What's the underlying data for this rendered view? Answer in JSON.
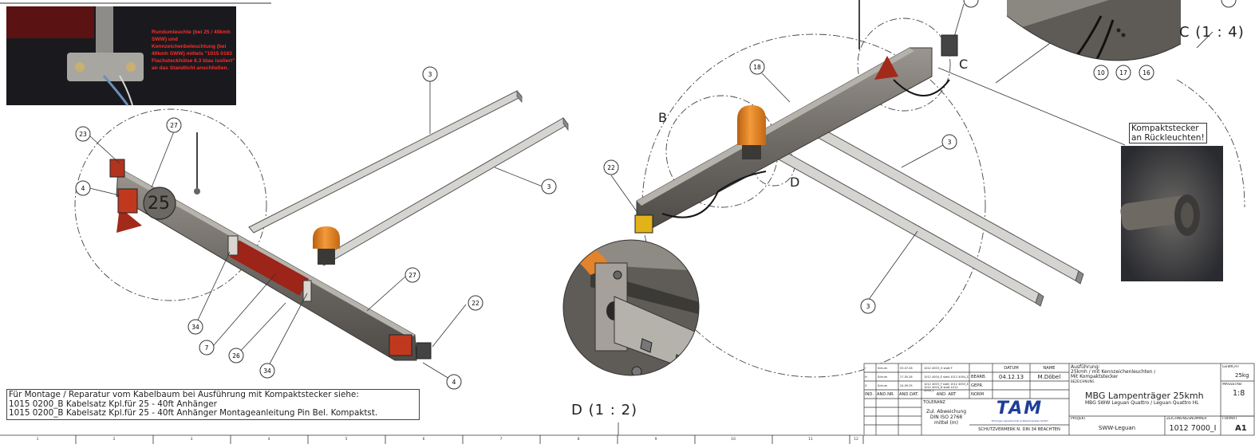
{
  "photo_note": "Rundumleuchte (bei 25 / 40kmh SWW) und Kennzeichenbeleuchtung (bei 40kmh SWW) mittels \"1015 0163 Flachsteckhülse 6.3 blau isoliert\" an das Standlicht anschließen.",
  "balloons": {
    "b23": "23",
    "b27a": "27",
    "b4a": "4",
    "b3a": "3",
    "b3b": "3",
    "b27b": "27",
    "b22a": "22",
    "b4b": "4",
    "b34a": "34",
    "b7": "7",
    "b26": "26",
    "b34b": "34",
    "b18": "18",
    "b22b": "22",
    "b3c": "3",
    "b3d": "3",
    "b10": "10",
    "b17": "17",
    "b16": "16"
  },
  "part_number_25": "25",
  "view_labels": {
    "b": "B",
    "c": "C",
    "d": "D"
  },
  "detail_c_title": "C (1 : 4)",
  "detail_d_title": "D (1 : 2)",
  "kompakt_label": [
    "Kompaktstecker",
    "an Rückleuchten!"
  ],
  "note_lines": [
    "Für Montage / Reparatur vom Kabelbaum bei Ausführung mit Kompaktstecker siehe:",
    "1015 0200_B Kabelsatz Kpl.für 25 - 40ft Anhänger",
    "1015 0200_B Kabelsatz Kpl.für 25 - 40ft Anhänger Montageanleitung Pin Bel. Kompaktst."
  ],
  "zone_numbers": [
    "1",
    "2",
    "3",
    "4",
    "5",
    "6",
    "7",
    "8",
    "9",
    "10",
    "11",
    "12"
  ],
  "title_block": {
    "revisions": [
      {
        "ind": "I",
        "name": "Schum",
        "date": "03.07.26",
        "desc": "1012 4003_O statt F"
      },
      {
        "ind": "H",
        "name": "Schum",
        "date": "27.05.26",
        "desc": "1012 4004_E statt 1012 4004_D"
      },
      {
        "ind": "G",
        "name": "Schum",
        "date": "24.09.25",
        "desc": "1012 4003_F statt 1012 4003_E 1012 4004_D statt 1012 4004_C"
      }
    ],
    "rev_headers": [
      "IND.",
      "ÄND.NR.",
      "ÄND.DAT.",
      "ÄND. ART"
    ],
    "col_datum": "DATUM",
    "col_name": "NAME",
    "row_bearb": "BEARB.",
    "row_gepr": "GEPR.",
    "row_norm": "NORM",
    "bearb_date": "04.12.13",
    "bearb_name": "M.Döbel",
    "toleranz_label": "TOLERANZ",
    "toleranz_lines": [
      "Zul. Abweichung",
      "DIN ISO 2768",
      "mittel (m)"
    ],
    "logo": "TAM",
    "logo_sub": "Thüringer Agrartechnik & Maschinenbau GmbH",
    "schutz": "SCHUTZVERMERK N. DIN 34 BEACHTEN",
    "ausfuehrung_lines": [
      "Ausführung:",
      "25kmh / mit Kennzeichenleuchten /",
      "Mit Kompaktstecker"
    ],
    "bezeichnung_label": "BEZEICHNUNG",
    "title": "MBG Lampenträger 25kmh",
    "subtitle": "MBG SWW Leguan Quattro / Leguan Quattro HL",
    "projekt_label": "PROJEKT",
    "projekt": "SWW-Leguan",
    "zeichnr_label": "ZEICHNUNGSNUMMER",
    "zeichnr": "1012 7000_I",
    "gewicht_label": "GEWICHT",
    "gewicht": "25kg",
    "massstab_label": "MASSSTAB",
    "massstab": "1:8",
    "format_label": "FORMAT",
    "format": "A1"
  },
  "colors": {
    "beacon": "#e8811e",
    "reflector": "#b8321f",
    "frame": "#7c7873",
    "photo_bg": "#1e1e22"
  }
}
